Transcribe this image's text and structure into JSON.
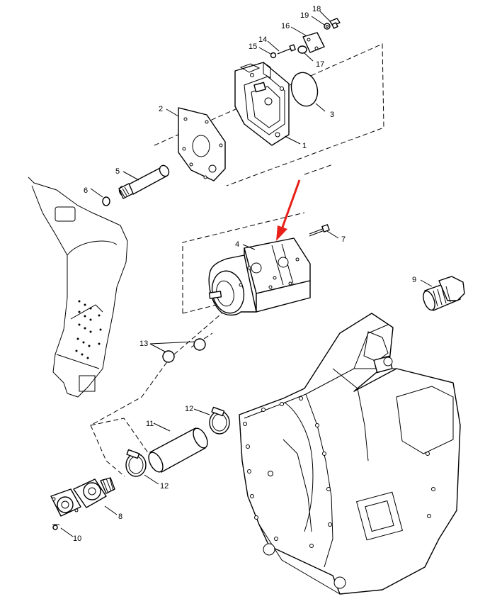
{
  "callouts": {
    "c1": "1",
    "c2": "2",
    "c3": "3",
    "c4": "4",
    "c5": "5",
    "c6": "6",
    "c7": "7",
    "c8": "8",
    "c9": "9",
    "c10": "10",
    "c11": "11",
    "c12a": "12",
    "c12b": "12",
    "c13": "13",
    "c14": "14",
    "c15": "15",
    "c16": "16",
    "c17": "17",
    "c18": "18",
    "c19": "19"
  },
  "colors": {
    "line": "#000000",
    "highlight_arrow": "#e8201a",
    "background": "#ffffff"
  }
}
